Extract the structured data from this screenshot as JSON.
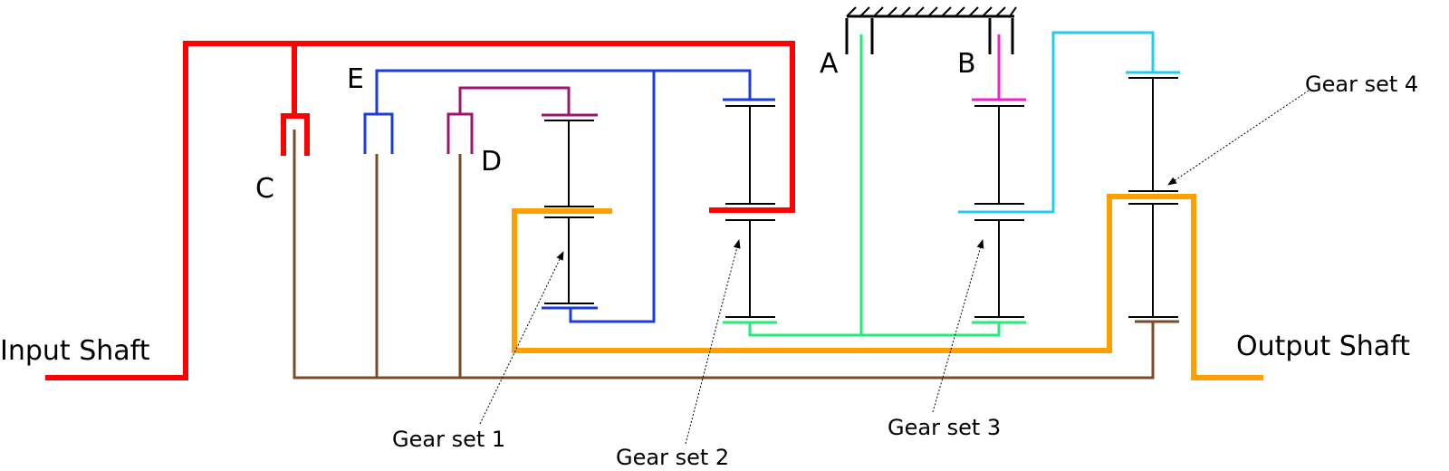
{
  "colors": {
    "input": "#ff0000",
    "output": "#ffa000",
    "carrier_ring": "#1e3cdc",
    "gray_path": "#7b4a2a",
    "purple": "#a0146e",
    "green": "#22ee77",
    "magenta": "#ee22cc",
    "cyan": "#22ccee",
    "ink": "#000000"
  },
  "labels": {
    "input_shaft": "Input Shaft",
    "output_shaft": "Output Shaft",
    "clutch_a": "A",
    "clutch_b": "B",
    "clutch_c": "C",
    "clutch_d": "D",
    "clutch_e": "E"
  },
  "gear_sets": [
    {
      "label": "Gear set 1"
    },
    {
      "label": "Gear set 2"
    },
    {
      "label": "Gear set 3"
    },
    {
      "label": "Gear set 4"
    }
  ]
}
